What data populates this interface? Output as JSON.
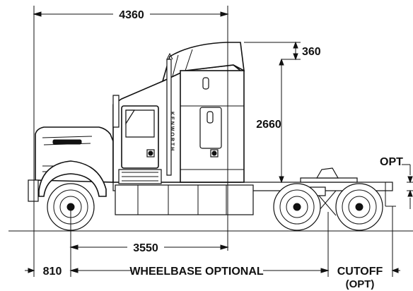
{
  "dimensions": {
    "overall_length": "4360",
    "roof_fairing_height": "360",
    "cab_height": "2660",
    "fifth_wheel_height": "OPT",
    "cab_to_axle": "3550",
    "bumper_to_axle": "810",
    "wheelbase": "WHEELBASE OPTIONAL",
    "cutoff": "CUTOFF",
    "cutoff_note": "(OPT)"
  },
  "branding": {
    "door_lettering": "KENWORTH"
  }
}
